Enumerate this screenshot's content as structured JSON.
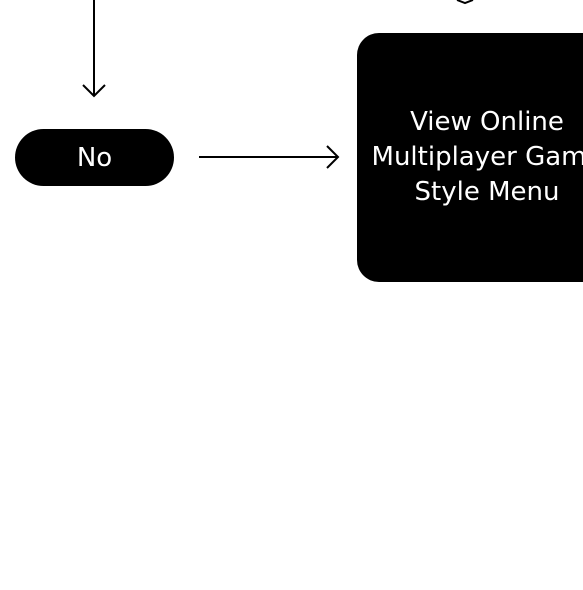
{
  "diagram": {
    "nodes": {
      "no": {
        "label": "No"
      },
      "menu": {
        "lines": [
          "View Online",
          "Multiplayer Game",
          "Style Menu"
        ]
      }
    },
    "colors": {
      "node_fill": "#000000",
      "node_text": "#ffffff",
      "connector": "#000000",
      "background": "#ffffff"
    }
  }
}
